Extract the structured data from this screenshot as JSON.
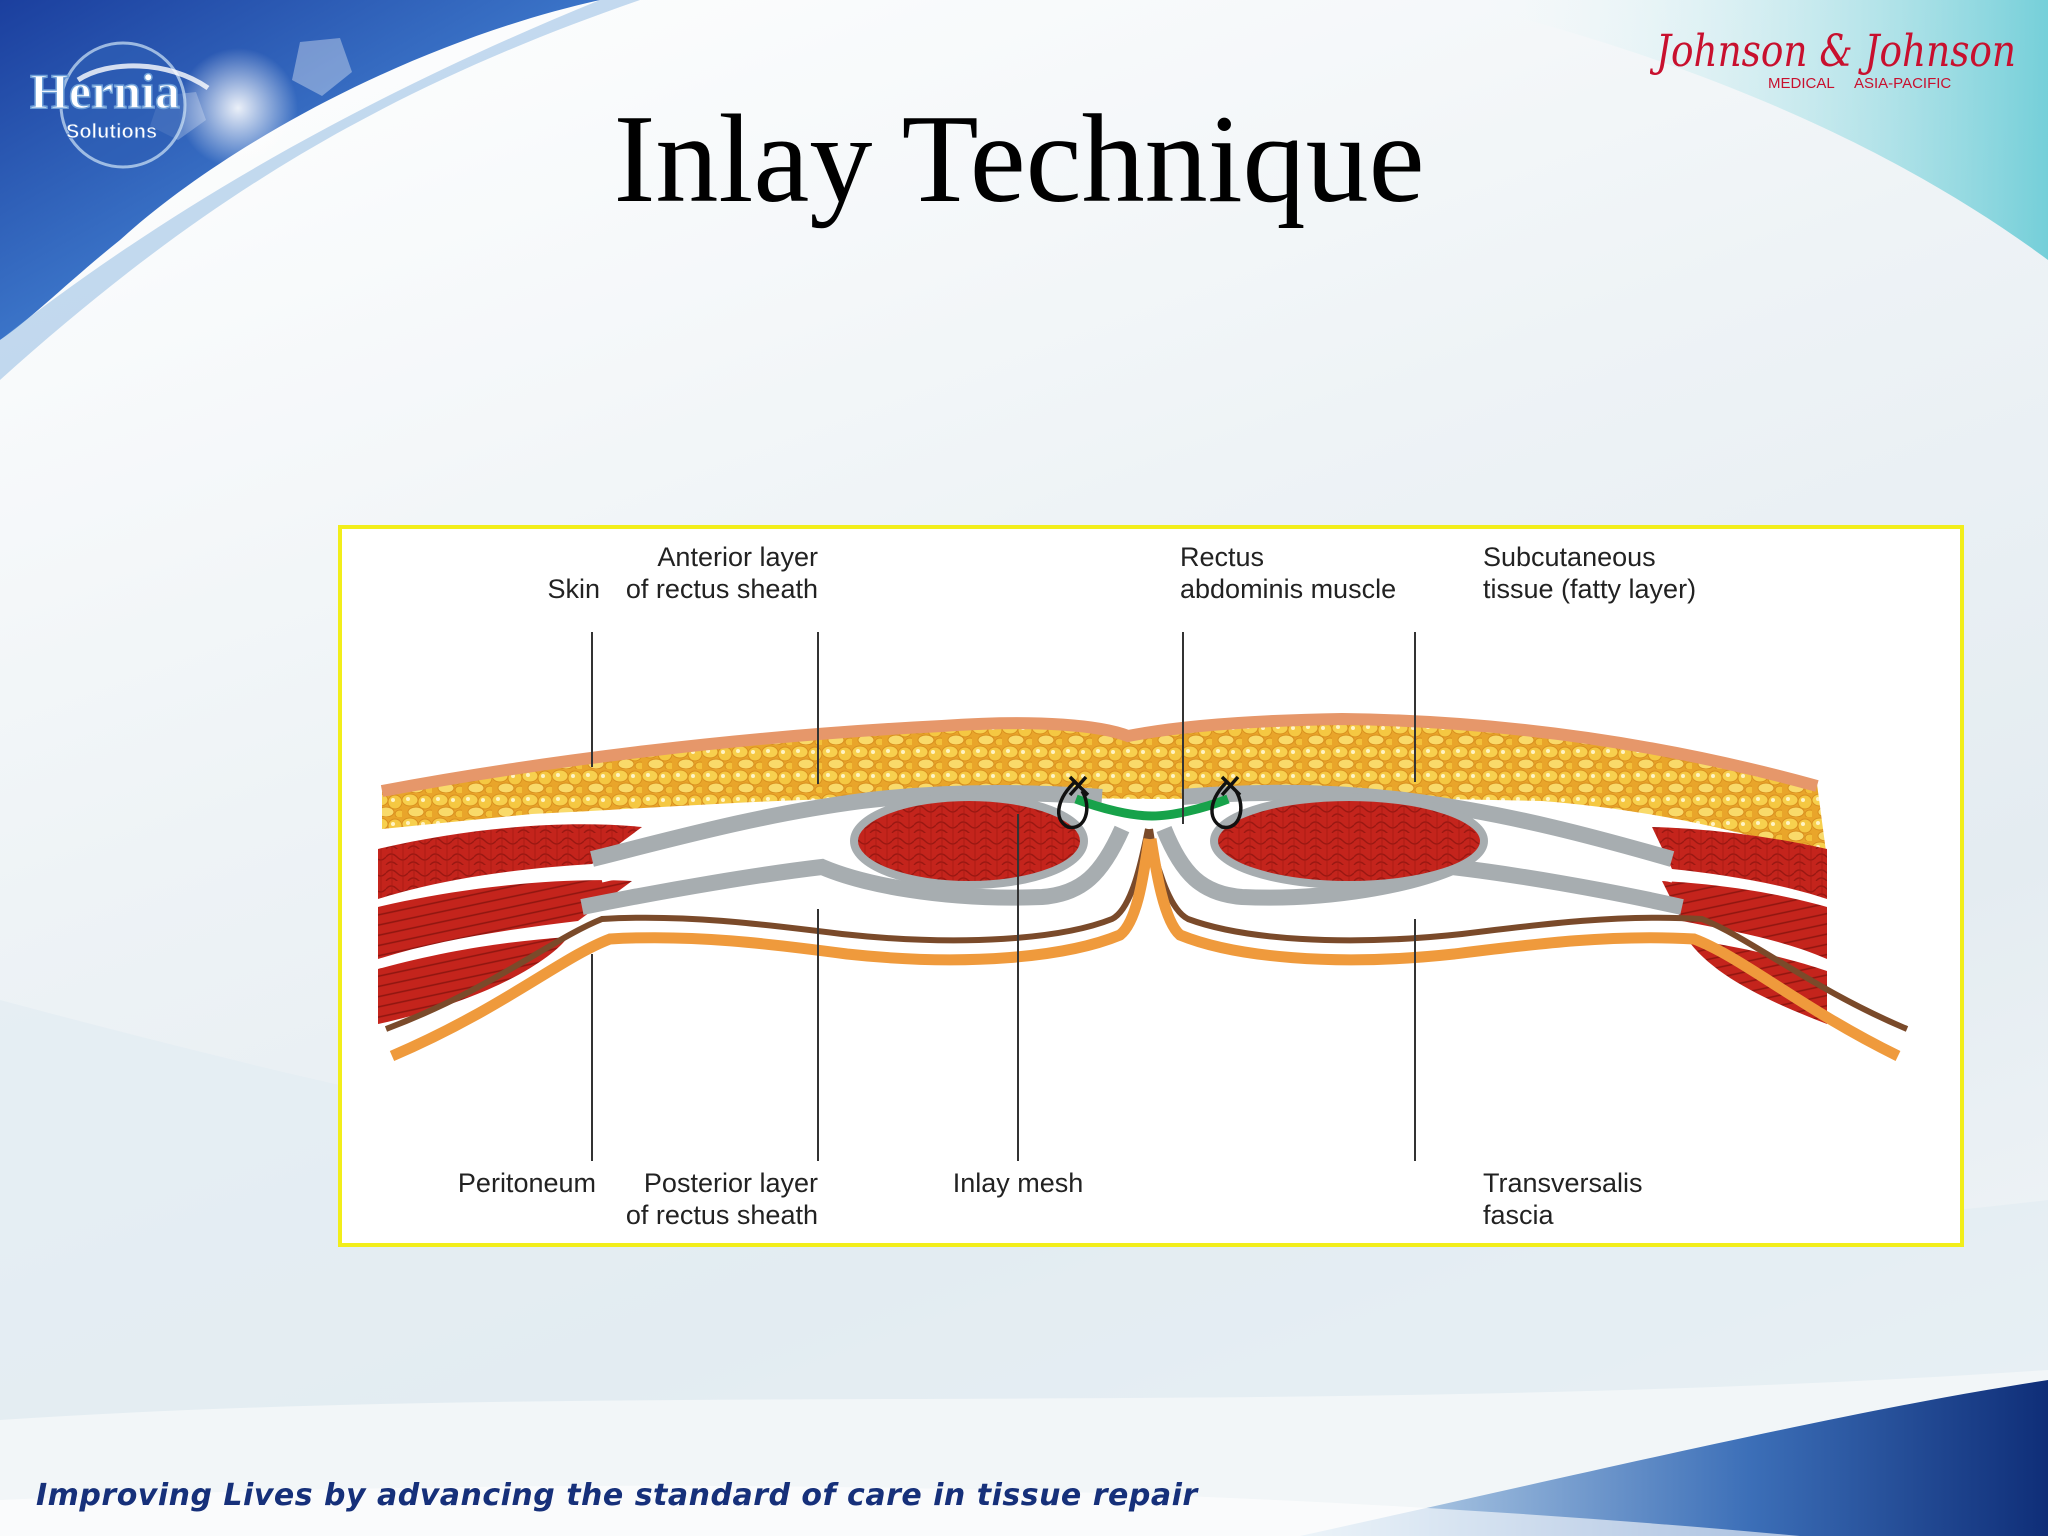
{
  "slide": {
    "title": "Inlay Technique",
    "footer": "Improving Lives by advancing the standard of care in tissue repair"
  },
  "branding": {
    "left_logo": {
      "line1": "Hernia",
      "line2": "Solutions"
    },
    "right_logo": {
      "name": "Johnson & Johnson",
      "sub_left": "MEDICAL",
      "sub_right": "ASIA-PACIFIC"
    }
  },
  "diagram": {
    "labels": {
      "skin": "Skin",
      "anterior_line1": "Anterior layer",
      "anterior_line2": "of rectus sheath",
      "rectus_line1": "Rectus",
      "rectus_line2": "abdominis muscle",
      "subcut_line1": "Subcutaneous",
      "subcut_line2": "tissue (fatty layer)",
      "peritoneum": "Peritoneum",
      "posterior_line1": "Posterior layer",
      "posterior_line2": "of rectus sheath",
      "inlay_mesh": "Inlay mesh",
      "transversalis_line1": "Transversalis",
      "transversalis_line2": "fascia"
    },
    "colors": {
      "border": "#f2ee1a",
      "fat": "#f2c13c",
      "skin": "#e6976a",
      "muscle": "#c8281e",
      "fascia": "#a7adb0",
      "peritoneum_outer": "#ef9a3c",
      "peritoneum_inner": "#7a4a2a",
      "mesh": "#17a24a"
    }
  }
}
